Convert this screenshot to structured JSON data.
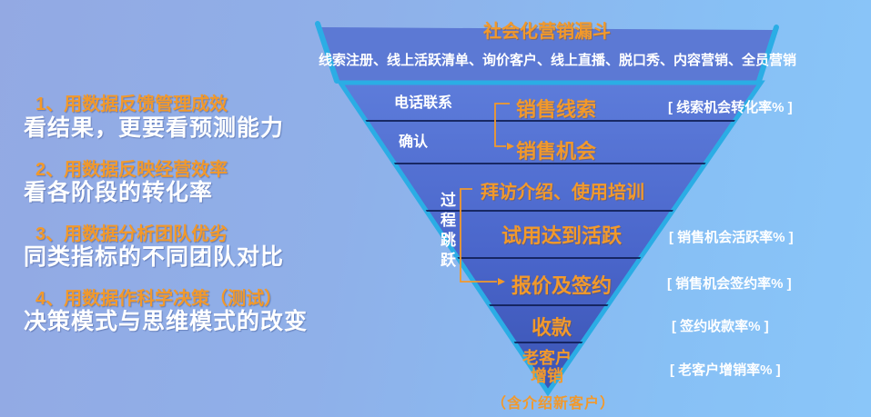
{
  "title": "社会化营销漏斗",
  "channels_line": "线索注册、线上活跃清单、询价客户、线上直播、脱口秀、内容营销、全员营销",
  "left_points": [
    {
      "heading": "1、用数据反馈管理成效",
      "desc": "看结果，更要看预测能力"
    },
    {
      "heading": "2、用数据反映经营效率",
      "desc": "看各阶段的转化率"
    },
    {
      "heading": "3、用数据分析团队优劣",
      "desc": "同类指标的不同团队对比"
    },
    {
      "heading": "4、用数据作科学决策（测试）",
      "desc": "决策模式与思维模式的改变"
    }
  ],
  "funnel": {
    "stages": [
      {
        "side": "电话联系",
        "label": "销售线索",
        "metric": "[ 线索机会转化率% ]"
      },
      {
        "side": "确认",
        "label": "销售机会"
      },
      {
        "label": "拜访介绍、使用培训"
      },
      {
        "label": "试用达到活跃",
        "metric": "[ 销售机会活跃率% ]"
      },
      {
        "label": "报价及签约",
        "metric": "[ 销售机会签约率% ]"
      },
      {
        "label": "收款",
        "metric": "[ 签约收款率% ]"
      },
      {
        "label": "老客户增销",
        "metric": "[ 老客户增销率% ]"
      }
    ],
    "process_skip": "过程跳跃",
    "footnote": "（含介绍新客户）"
  },
  "colors": {
    "accent_orange": "#F2992B",
    "funnel_outline_cyan": "#2BADE5",
    "funnel_fill_top": "#5D7CDA",
    "funnel_fill_bottom": "#3B54B4",
    "mouth_fill": "#5C79D4",
    "divider_navy": "#0F1E55",
    "background_left": "#93A9E3",
    "background_right": "#8AC6F9"
  }
}
